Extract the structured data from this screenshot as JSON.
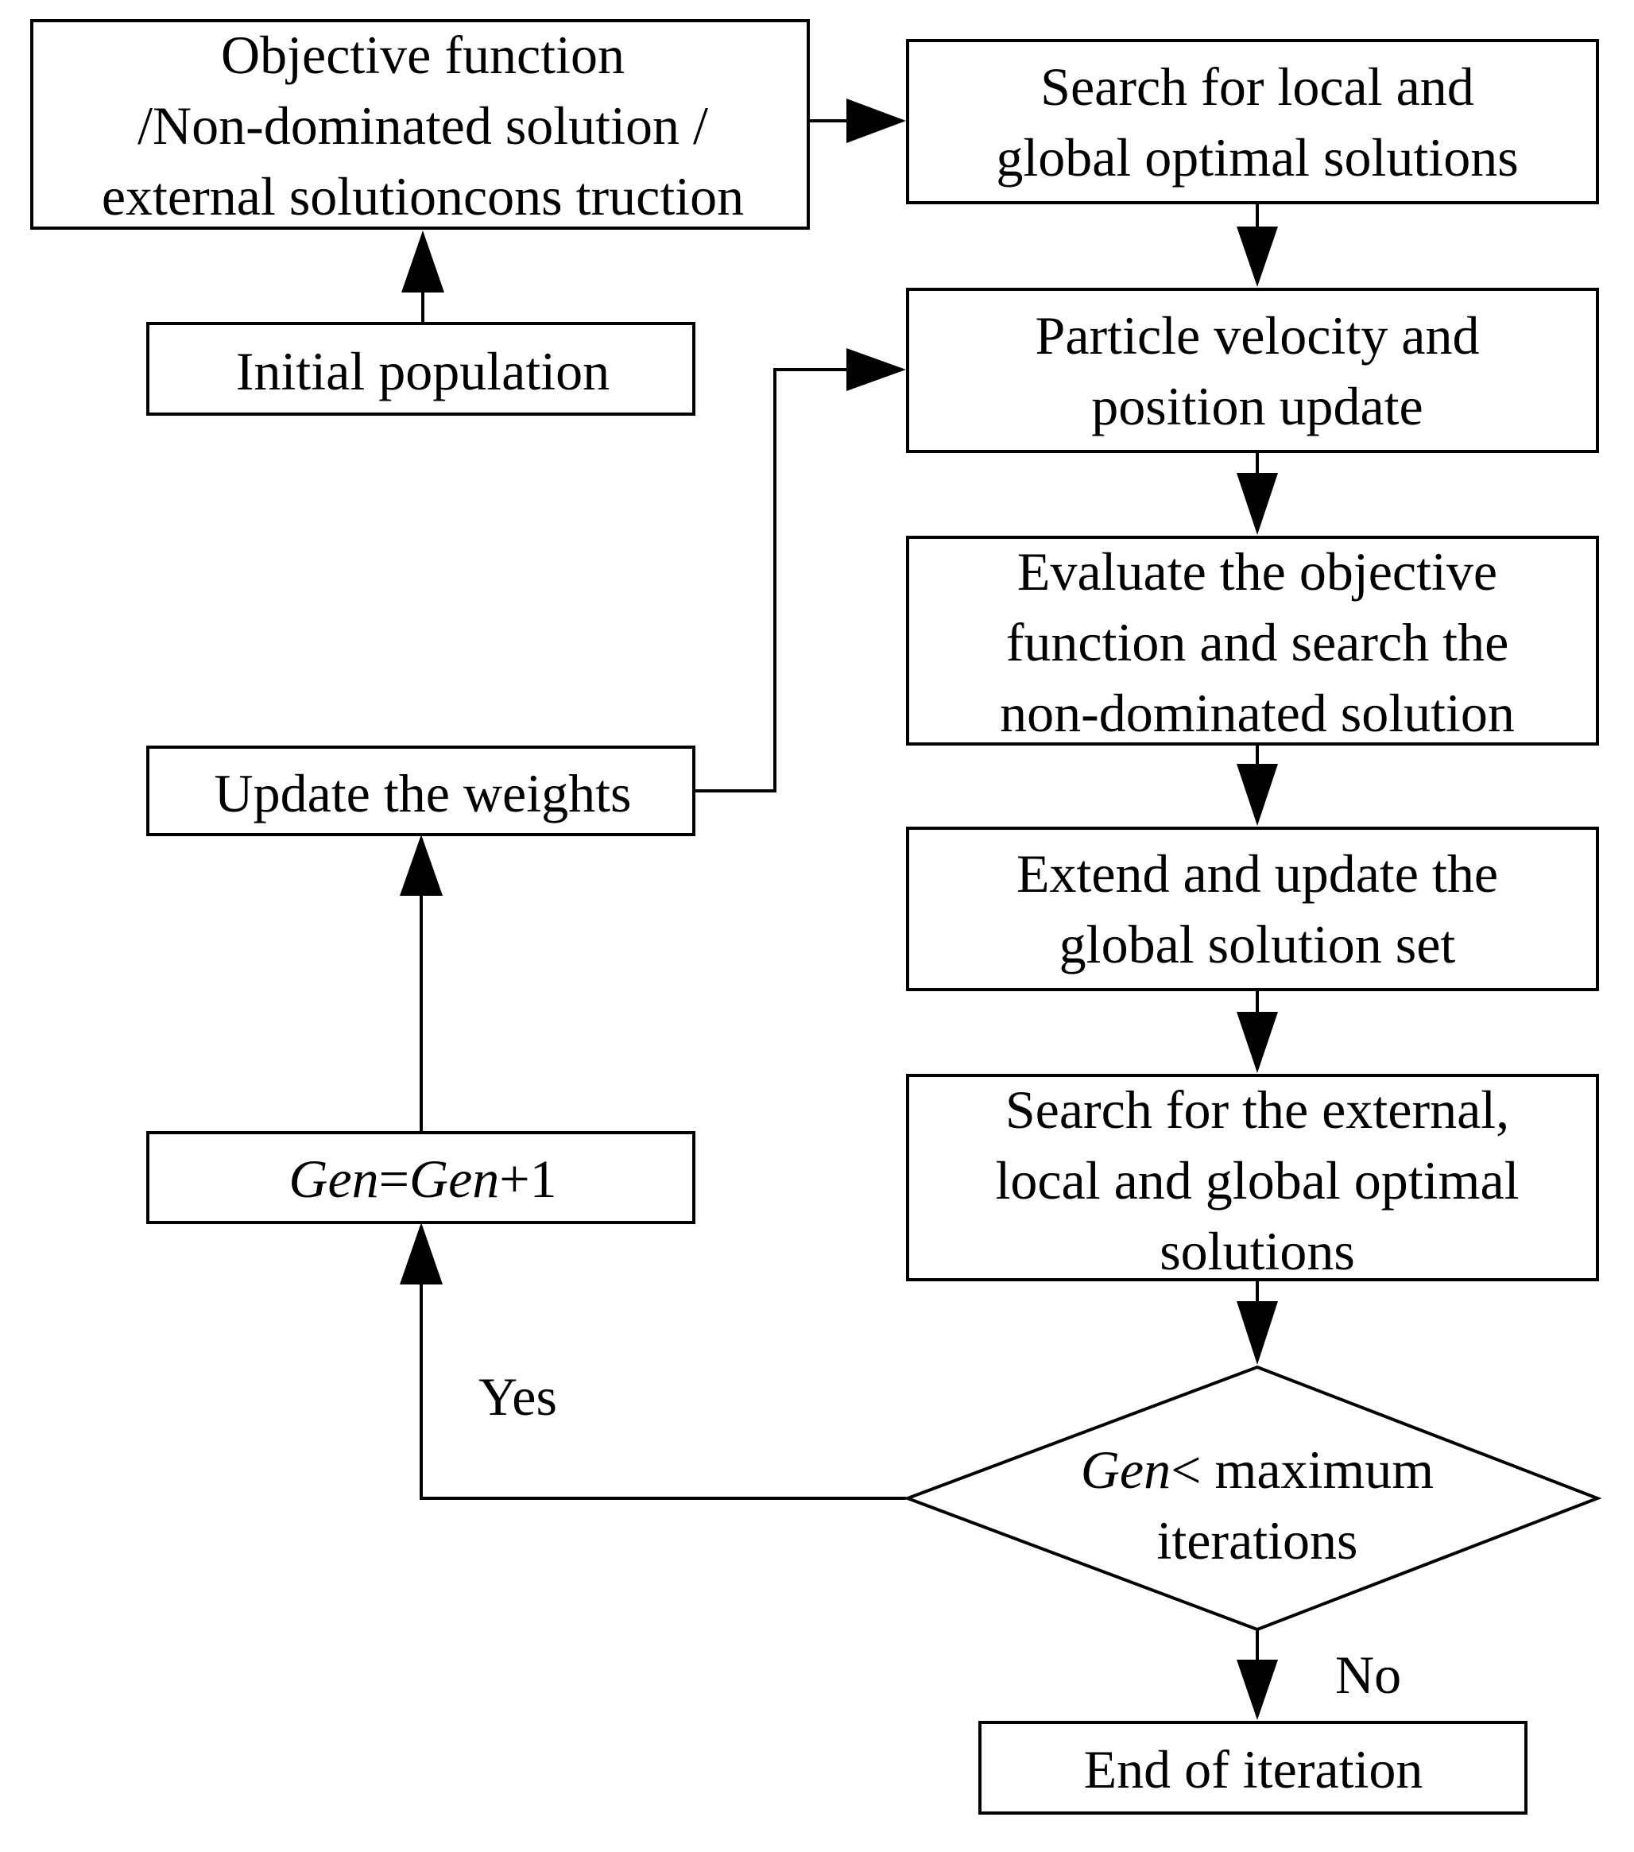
{
  "nodes": {
    "objective": [
      "Objective function",
      "/Non-dominated solution /",
      "external solutioncons truction"
    ],
    "initial": [
      "Initial population"
    ],
    "search_local_global": [
      "Search for local and",
      "global optimal solutions"
    ],
    "particle_update": [
      "Particle velocity and",
      "position update"
    ],
    "evaluate": [
      "Evaluate the objective",
      "function and search the",
      "non-dominated solution"
    ],
    "extend": [
      "Extend and update the",
      "global solution set"
    ],
    "search_external": [
      "Search for the external,",
      "local and global optimal",
      "solutions"
    ],
    "update_weights": [
      "Update the weights"
    ],
    "gen_increment": {
      "var1": "Gen",
      "eq": "=",
      "var2": "Gen",
      "rest": "+1"
    },
    "decision": {
      "var": "Gen",
      "rest": "< maximum",
      "line2": "iterations"
    },
    "end": [
      "End of iteration"
    ]
  },
  "labels": {
    "yes": "Yes",
    "no": "No"
  }
}
